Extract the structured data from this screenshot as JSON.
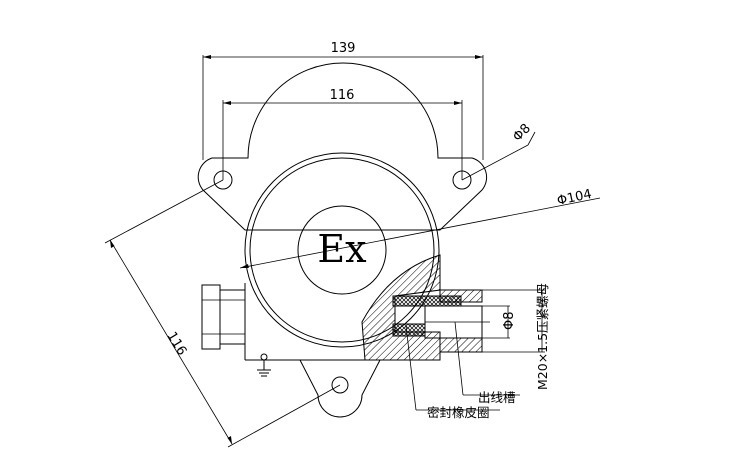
{
  "dimensions": {
    "outer_width": "139",
    "hole_spacing": "116",
    "hole_diameter": "Φ8",
    "body_diameter": "Φ104",
    "diagonal": "116",
    "bore_diameter": "Φ8",
    "thread_spec": "M20×1.5压紧螺母"
  },
  "mark": {
    "ex": "Ex"
  },
  "labels": {
    "cable_slot": "出线槽",
    "seal_ring": "密封橡皮圈"
  },
  "symbols": {
    "ground": "ground-symbol"
  }
}
